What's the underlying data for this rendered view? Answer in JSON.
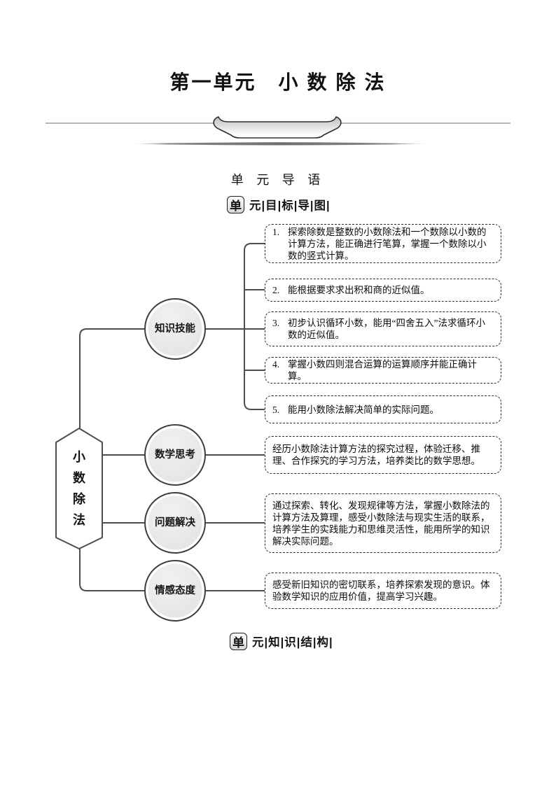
{
  "page": {
    "title": "第一单元　小 数 除 法",
    "intro_heading": "单 元 导 语"
  },
  "headings": {
    "goal_map": {
      "badge": "单",
      "rest": "元|目|标|导|图|"
    },
    "knowledge_structure": {
      "badge": "单",
      "rest": "元|知|识|结|构|"
    }
  },
  "diagram": {
    "root_label": "小数除法",
    "root_chars": [
      "小",
      "数",
      "除",
      "法"
    ],
    "nodes": {
      "knowledge": "知识技能",
      "thinking": "数学思考",
      "problem": "问题解决",
      "emotion": "情感态度"
    },
    "kb_items": [
      {
        "num": "1.",
        "text": "探索除数是整数的小数除法和一个数除以小数的计算方法，能正确进行笔算，掌握一个数除以小数的竖式计算。"
      },
      {
        "num": "2.",
        "text": "能根据要求求出积和商的近似值。"
      },
      {
        "num": "3.",
        "text": "初步认识循环小数，能用“四舍五入”法求循环小数的近似值。"
      },
      {
        "num": "4.",
        "text": "掌握小数四则混合运算的运算顺序并能正确计算。"
      },
      {
        "num": "5.",
        "text": "能用小数除法解决简单的实际问题。"
      }
    ],
    "thinking_text": "经历小数除法计算方法的探究过程，体验迁移、推理、合作探究的学习方法，培养类比的数学思想。",
    "problem_text": "通过探索、转化、发现规律等方法，掌握小数除法的计算方法及算理，感受小数除法与现实生活的联系，培养学生的实践能力和思维灵活性，能用所学的知识解决实际问题。",
    "emotion_text": "感受新旧知识的密切联系，培养探索发现的意识。体验数学知识的应用价值，提高学习兴趣。"
  },
  "colors": {
    "line": "#4d4d4d",
    "node_fill": "#e8e8e8",
    "node_border": "#3d3d3d",
    "box_border": "#2b2b2b",
    "banner_line": "#b5b5b5"
  }
}
